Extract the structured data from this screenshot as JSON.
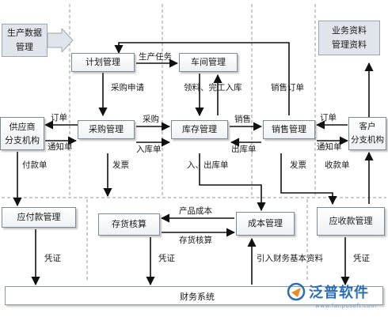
{
  "boxes": {
    "production_data": "生产数据\n管理",
    "business_data": "业务资料\n管理资料",
    "plan_management": "计划管理",
    "workshop_management": "车间管理",
    "supplier": "供应商\n分支机构",
    "purchase_management": "采购管理",
    "inventory_management": "库存管理",
    "sales_management": "销售管理",
    "customer": "客户\n分支机构",
    "payable_management": "应付款管理",
    "inventory_accounting": "存货核算",
    "cost_management": "成本管理",
    "receivable_management": "应收款管理",
    "financial_system": "财务系统"
  },
  "labels": {
    "production_task": "生产任务",
    "purchase_request": "采购申请",
    "material_warehousing": "领料、完工入库",
    "sales_order_top": "销售订单",
    "order_left": "订单",
    "notice_left": "通知单",
    "purchase": "采购",
    "warehousing_note": "入库单",
    "sales": "销售",
    "outbound_note": "出库单",
    "order_right": "订单",
    "notice_right": "通知单",
    "payment_note": "付款单",
    "invoice_left": "发票",
    "in_out_note": "入、出库单",
    "invoice_right": "发票",
    "receipt_note": "收款单",
    "product_cost": "产品成本",
    "inventory_costing": "存货核算",
    "voucher_left": "凭证",
    "voucher_mid": "凭证",
    "import_financial_data": "引入财务基本资料",
    "voucher_right": "凭证"
  },
  "logo": {
    "brand": "泛普软件",
    "url": "www.fanpusoft.com"
  }
}
